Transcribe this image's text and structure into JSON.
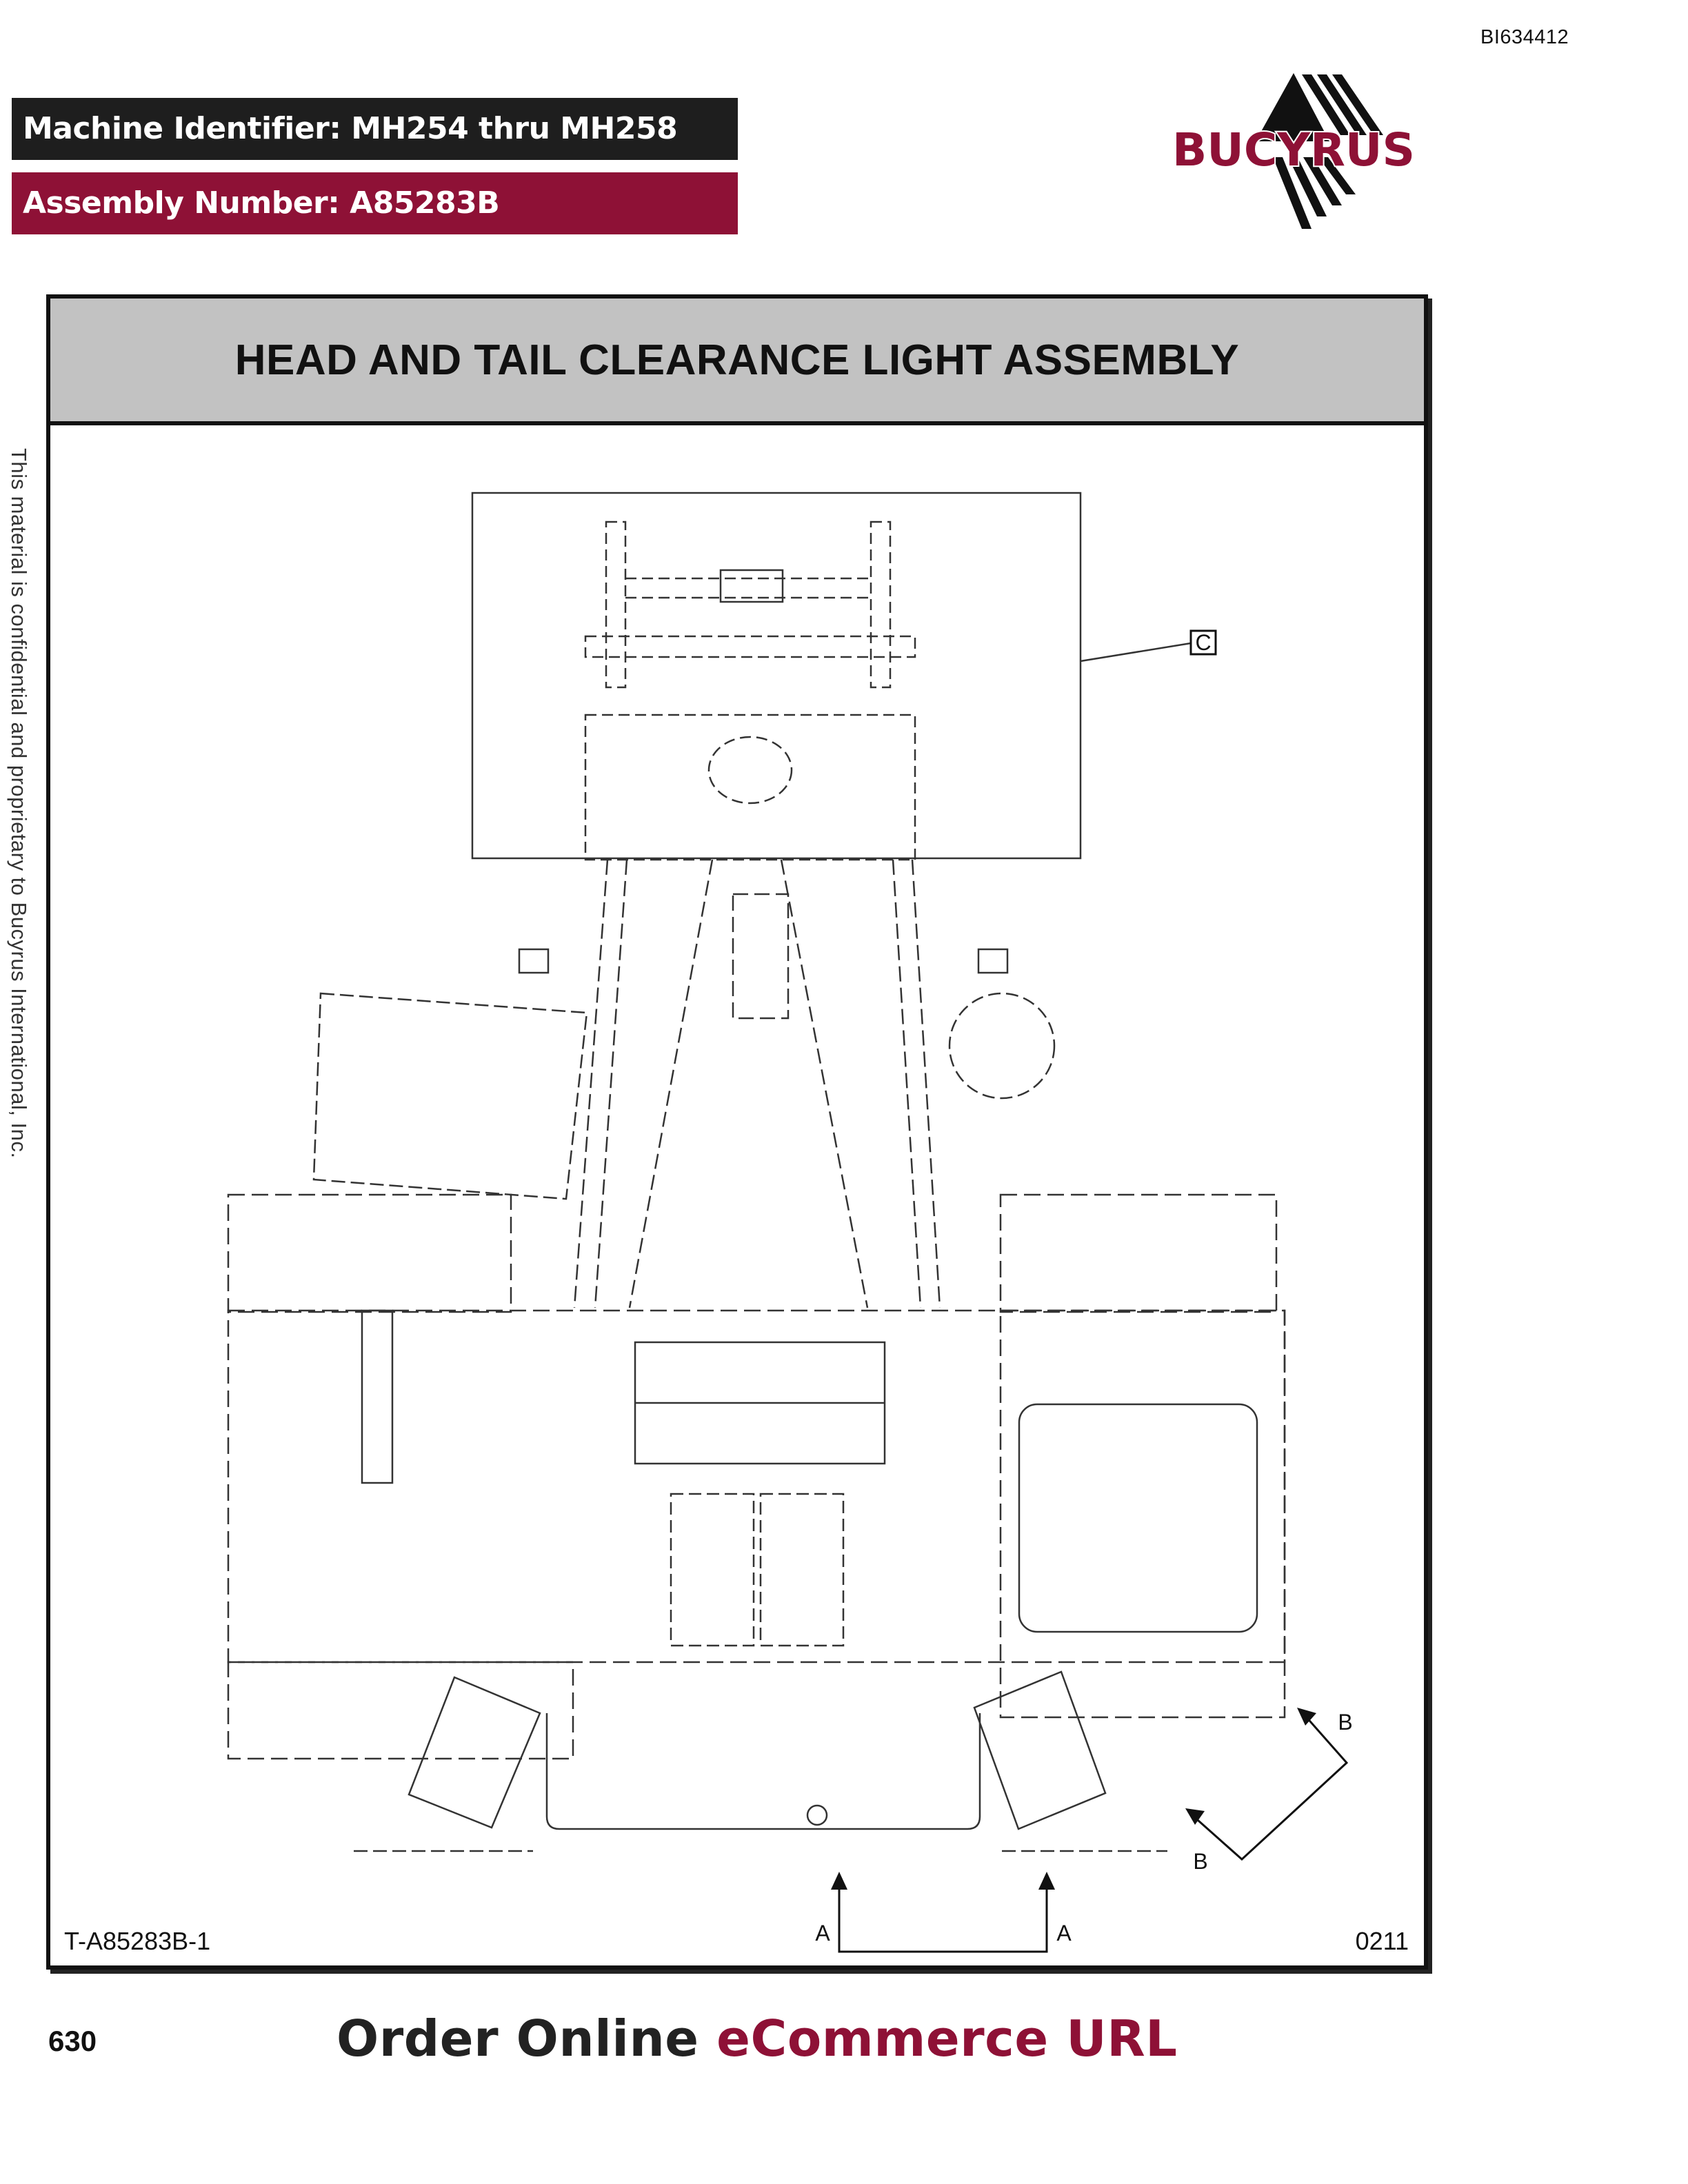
{
  "document_id": "BI634412",
  "machine_identifier": "Machine Identifier: MH254 thru MH258",
  "assembly_number": "Assembly Number: A85283B",
  "brand": {
    "name": "BUCYRUS",
    "color": "#8e1136",
    "logo_icon": "bucyrus-chevron-logo"
  },
  "title": "HEAD AND TAIL CLEARANCE LIGHT ASSEMBLY",
  "figure": {
    "callouts": [
      "C",
      "B",
      "B",
      "A",
      "A"
    ],
    "code": "T-A85283B-1",
    "date_code": "0211"
  },
  "side_note": "This material is confidential and proprietary to Bucyrus International, Inc.",
  "page_number": "630",
  "footer": {
    "order_text": "Order Online",
    "ecommerce_text": "eCommerce URL"
  }
}
